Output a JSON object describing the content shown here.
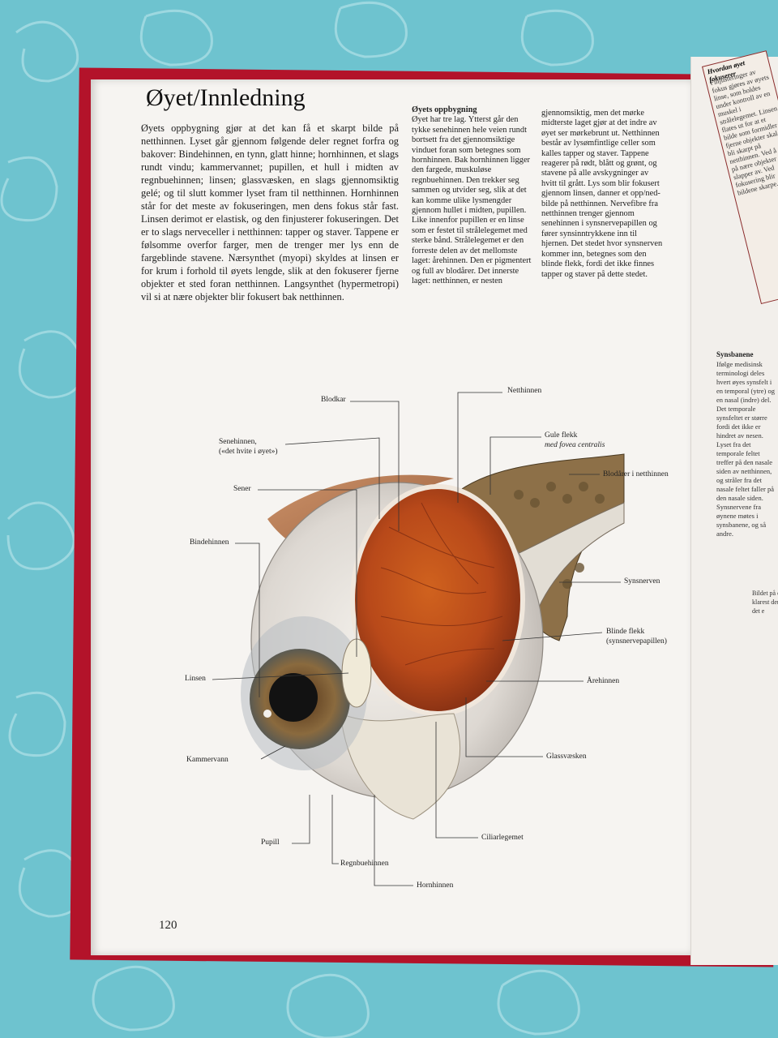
{
  "page": {
    "title": "Øyet/Innledning",
    "intro": "Øyets oppbygning gjør at det kan få et skarpt bilde på netthinnen. Lyset går gjennom følgende deler regnet forfra og bakover: Bindehinnen, en tynn, glatt hinne; hornhinnen, et slags rundt vindu; kammervannet; pupillen, et hull i midten av regnbuehinnen; linsen; glassvæsken, en slags gjennomsiktig gelé; og til slutt kommer lyset fram til netthinnen. Hornhinnen står for det meste av fokuseringen, men dens fokus står fast. Linsen derimot er elastisk, og den finjusterer fokuseringen. Det er to slags nerveceller i netthinnen: tapper og staver. Tappene er følsomme overfor farger, men de trenger mer lys enn de fargeblinde stavene. Nærsynthet (myopi) skyldes at linsen er for krum i forhold til øyets lengde, slik at den fokuserer fjerne objekter et sted foran netthinnen. Langsynthet (hypermetropi) vil si at nære objekter blir fokusert bak netthinnen.",
    "col2_heading": "Øyets oppbygning",
    "col2_text": "Øyet har tre lag. Ytterst går den tykke senehinnen hele veien rundt bortsett fra det gjennomsiktige vinduet foran som betegnes som hornhinnen. Bak hornhinnen ligger den fargede, muskuløse regnbuehinnen. Den trekker seg sammen og utvider seg, slik at det kan komme ulike lysmengder gjennom hullet i midten, pupillen. Like innenfor pupillen er en linse som er festet til strålelegemet med sterke bånd. Strålelegemet er den forreste delen av det mellomste laget: årehinnen. Den er pigmentert og full av blodårer. Det innerste laget: netthinnen, er nesten",
    "col3_text": "gjennomsiktig, men det mørke midterste laget gjør at det indre av øyet ser mørkebrunt ut. Netthinnen består av lysømfintlige celler som kalles tapper og staver. Tappene reagerer på rødt, blått og grønt, og stavene på alle avskygninger av hvitt til grått. Lys som blir fokusert gjennom linsen, danner et opp/ned-bilde på netthinnen. Nervefibre fra netthinnen trenger gjennom senehinnen i synsnervepapillen og fører synsinntrykkene inn til hjernen. Det stedet hvor synsnerven kommer inn, betegnes som den blinde flekk, fordi det ikke finnes tapper og staver på dette stedet.",
    "page_number": "120"
  },
  "labels": {
    "blodkar": "Blodkar",
    "netthinnen": "Netthinnen",
    "senehinnen_1": "Senehinnen,",
    "senehinnen_2": "(«det hvite i øyet»)",
    "gule_flekk_1": "Gule flekk",
    "gule_flekk_2": "med fovea centralis",
    "blodarer": "Blodårer i netthinnen",
    "sener": "Sener",
    "bindehinnen": "Bindehinnen",
    "synsnerven": "Synsnerven",
    "blinde_flekk_1": "Blinde flekk",
    "blinde_flekk_2": "(synsnervepapillen)",
    "linsen": "Linsen",
    "arehinnen": "Årehinnen",
    "kammervann": "Kammervann",
    "glassvaesken": "Glassvæsken",
    "pupill": "Pupill",
    "ciliarlegemet": "Ciliarlegemet",
    "regnbuehinnen": "Regnbuehinnen",
    "hornhinnen": "Hornhinnen"
  },
  "facing_page": {
    "box_title": "Hvordan øyet fokuserer",
    "box_text": "Finjusteringer av fokus gjøres av øyets linse, som holdes under kontroll av en muskel i strålelegemet. Linsen flates ut for at et bilde som formidler fjerne objekter skal bli skarpt på netthinnen. Ved å se på nære objekter slapper av. Ved fokusering blir bildene skarpe.",
    "heading": "Synsbanene",
    "text": "Ifølge medisinsk terminologi deles hvert øyes synsfelt i en temporal (ytre) og en nasal (indre) del. Det temporale synsfeltet er større fordi det ikke er hindret av nesen. Lyset fra det temporale feltet treffer på den nasale siden av netthinnen, og stråler fra det nasale feltet faller på den nasale siden. Synsnervene fra øynene møtes i synsbanene, og så andre.",
    "caption": "Bildet på er klarest der det e"
  },
  "colors": {
    "background": "#6ec3cf",
    "spine": "#b3132a",
    "page": "#f6f4f1"
  }
}
